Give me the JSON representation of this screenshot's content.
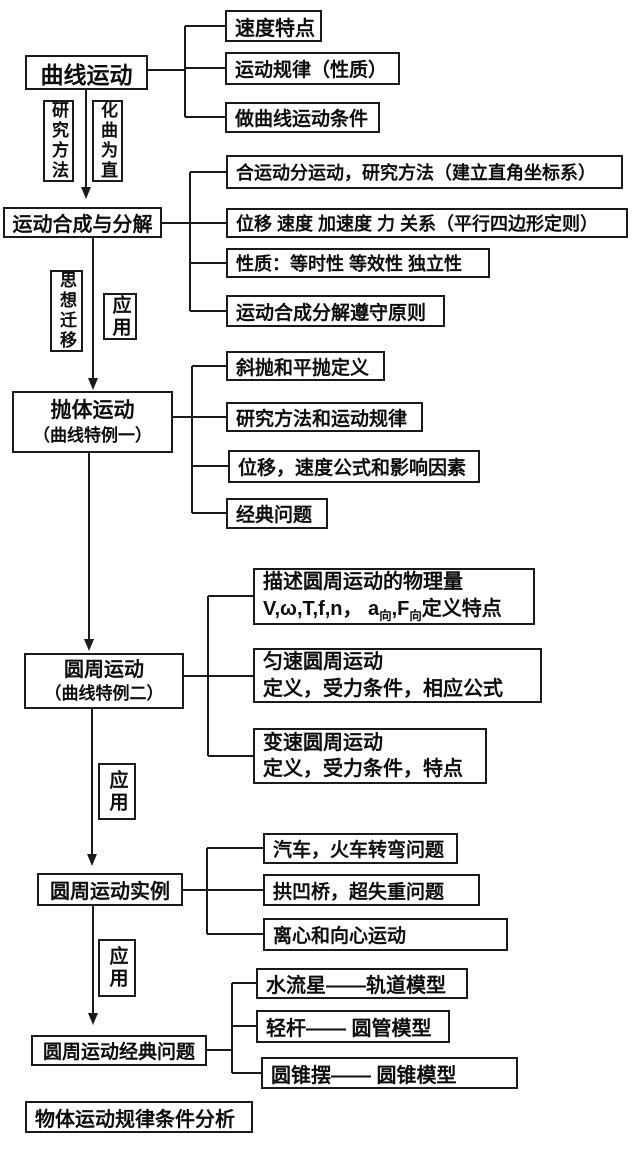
{
  "colors": {
    "background": "#ffffff",
    "line": "#1a1a1a",
    "text": "#0d0d0d"
  },
  "sections": [
    {
      "parent": {
        "label": "曲线运动"
      },
      "edge_labels": [
        {
          "label": "研究方法"
        },
        {
          "label": "化曲为直"
        }
      ],
      "children": [
        {
          "label": "速度特点"
        },
        {
          "label": "运动规律（性质）"
        },
        {
          "label": "做曲线运动条件"
        }
      ]
    },
    {
      "parent": {
        "label": "运动合成与分解"
      },
      "edge_labels": [
        {
          "label": "思想迁移"
        },
        {
          "label": "应用"
        }
      ],
      "children": [
        {
          "label": "合运动分运动，研究方法（建立直角坐标系）"
        },
        {
          "label": "位移 速度 加速度 力 关系（平行四边形定则）"
        },
        {
          "label": "性质：等时性 等效性 独立性"
        },
        {
          "label": "运动合成分解遵守原则"
        }
      ]
    },
    {
      "parent": {
        "line1": "抛体运动",
        "line2": "（曲线特例一）"
      },
      "children": [
        {
          "label": "斜抛和平抛定义"
        },
        {
          "label": "研究方法和运动规律"
        },
        {
          "label": "位移，速度公式和影响因素"
        },
        {
          "label": "经典问题"
        }
      ]
    },
    {
      "parent": {
        "line1": "圆周运动",
        "line2": "（曲线特例二）"
      },
      "edge_labels": [
        {
          "label": "应用"
        }
      ],
      "children": [
        {
          "line1": "描述圆周运动的物理量",
          "line2_pre": "V,ω,T,f,n， a",
          "line2_sub1": "向",
          "line2_mid": ",F",
          "line2_sub2": "向",
          "line2_post": "定义特点"
        },
        {
          "line1": "匀速圆周运动",
          "line2": "定义，受力条件，相应公式"
        },
        {
          "line1": "变速圆周运动",
          "line2": "定义，受力条件，特点"
        }
      ]
    },
    {
      "parent": {
        "label": "圆周运动实例"
      },
      "edge_labels": [
        {
          "label": "应用"
        }
      ],
      "children": [
        {
          "label": "汽车，火车转弯问题"
        },
        {
          "label": "拱凹桥，超失重问题"
        },
        {
          "label": "离心和向心运动"
        }
      ]
    },
    {
      "parent": {
        "label": "圆周运动经典问题"
      },
      "children": [
        {
          "label": "水流星——轨道模型"
        },
        {
          "label": "轻杆—— 圆管模型"
        },
        {
          "label": "圆锥摆—— 圆锥模型"
        }
      ]
    }
  ],
  "footer": {
    "label": "物体运动规律条件分析"
  }
}
